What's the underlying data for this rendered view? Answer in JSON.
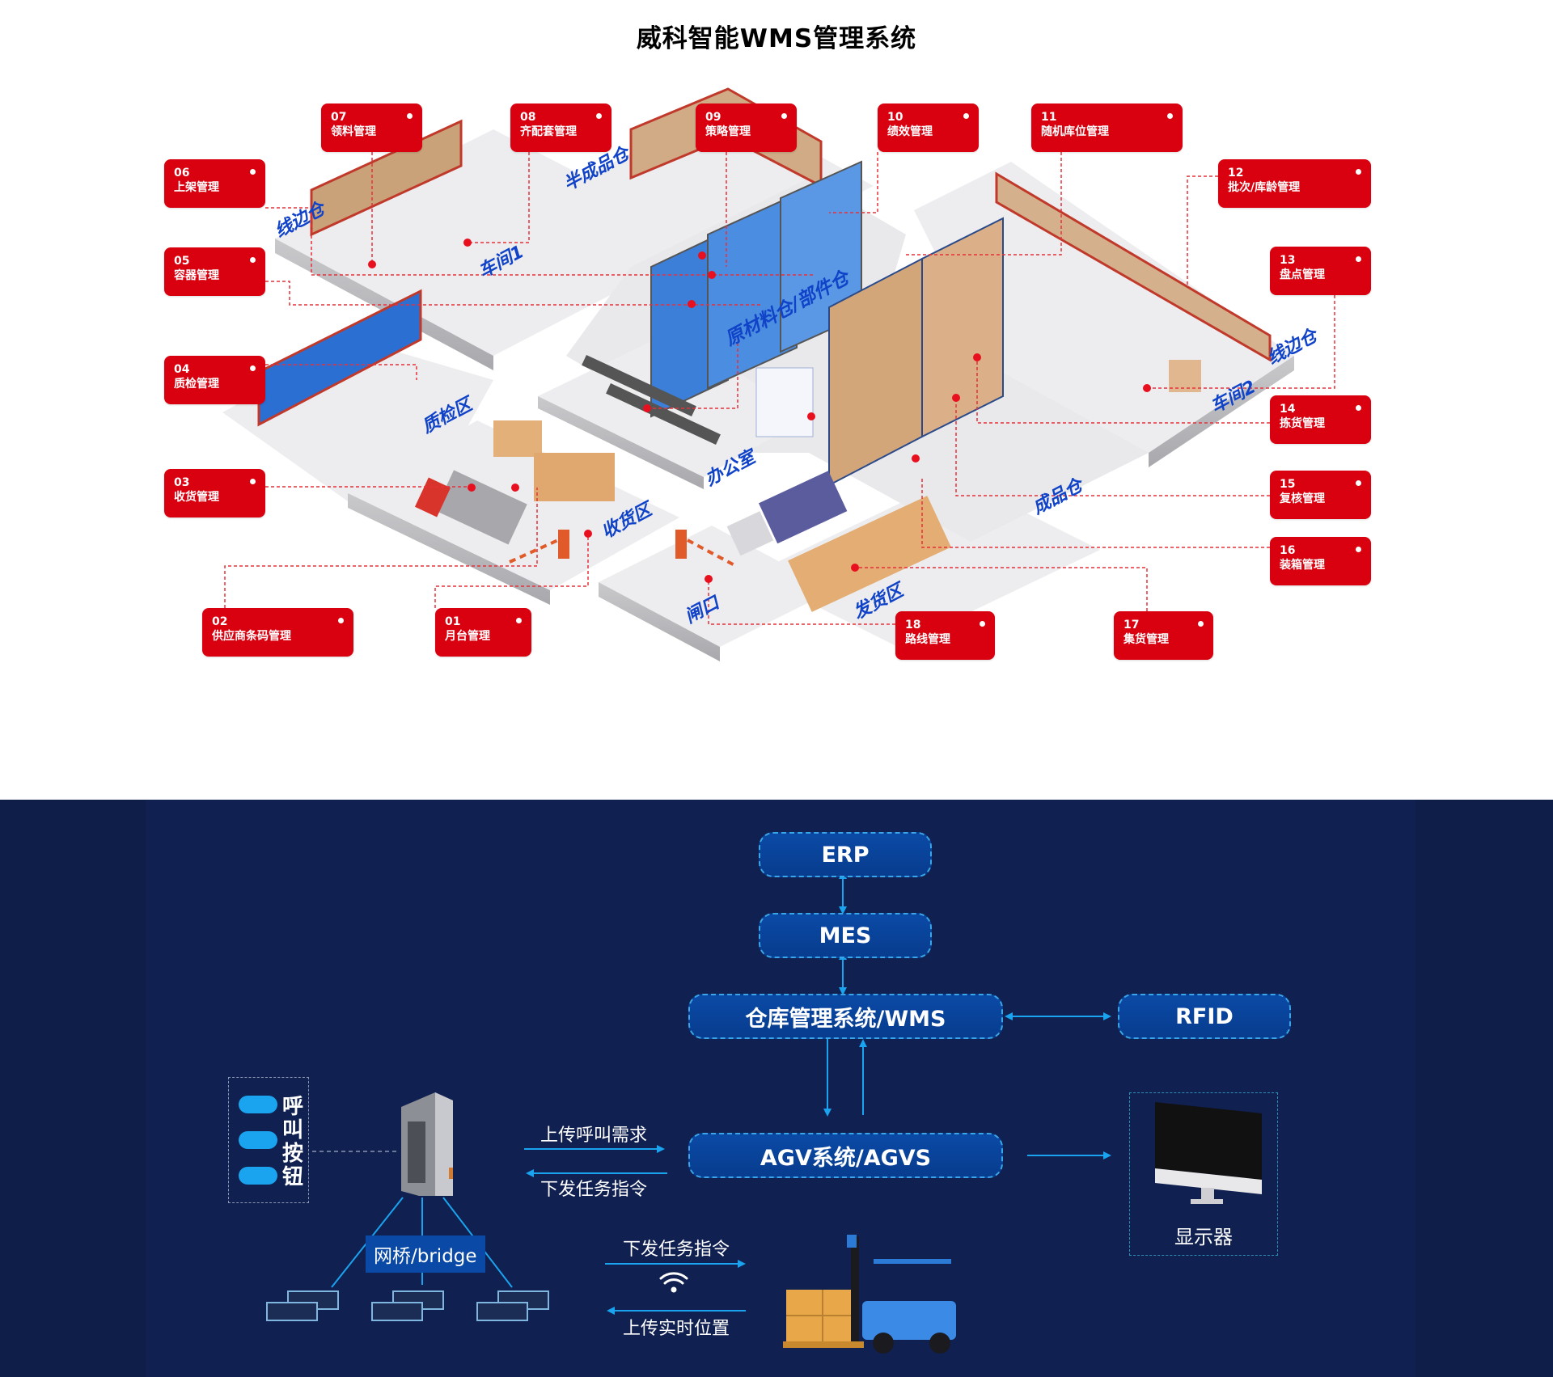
{
  "title": "威科智能WMS管理系统",
  "colors": {
    "module_red": "#d9000f",
    "zone_blue": "#1043c8",
    "dark_bg": "#0e1e48",
    "box_blue": "#0a4aa6",
    "arrow_cyan": "#1aa3ef"
  },
  "modules": [
    {
      "num": "01",
      "name": "月台管理"
    },
    {
      "num": "02",
      "name": "供应商条码管理"
    },
    {
      "num": "03",
      "name": "收货管理"
    },
    {
      "num": "04",
      "name": "质检管理"
    },
    {
      "num": "05",
      "name": "容器管理"
    },
    {
      "num": "06",
      "name": "上架管理"
    },
    {
      "num": "07",
      "name": "领料管理"
    },
    {
      "num": "08",
      "name": "齐配套管理"
    },
    {
      "num": "09",
      "name": "策略管理"
    },
    {
      "num": "10",
      "name": "绩效管理"
    },
    {
      "num": "11",
      "name": "随机库位管理"
    },
    {
      "num": "12",
      "name": "批次/库龄管理"
    },
    {
      "num": "13",
      "name": "盘点管理"
    },
    {
      "num": "14",
      "name": "拣货管理"
    },
    {
      "num": "15",
      "name": "复核管理"
    },
    {
      "num": "16",
      "name": "装箱管理"
    },
    {
      "num": "17",
      "name": "集货管理"
    },
    {
      "num": "18",
      "name": "路线管理"
    }
  ],
  "zones": {
    "xianbiancang_left": "线边仓",
    "chejian1": "车间1",
    "banchengpincang": "半成品仓",
    "yuancailiaocang": "原材料仓/部件仓",
    "zhijianqu": "质检区",
    "bangongshi": "办公室",
    "shouhuoqu": "收货区",
    "zhakou": "闸口",
    "fahuoqu": "发货区",
    "chengpincang": "成品仓",
    "chejian2": "车间2",
    "xianbiancang_right": "线边仓"
  },
  "architecture": {
    "erp": "ERP",
    "mes": "MES",
    "wms": "仓库管理系统/WMS",
    "rfid": "RFID",
    "agvs": "AGV系统/AGVS",
    "call_button_label": "呼叫按钮",
    "upload_call": "上传呼叫需求",
    "issue_task_1": "下发任务指令",
    "bridge": "网桥/bridge",
    "issue_task_2": "下发任务指令",
    "upload_position": "上传实时位置",
    "display": "显示器"
  }
}
